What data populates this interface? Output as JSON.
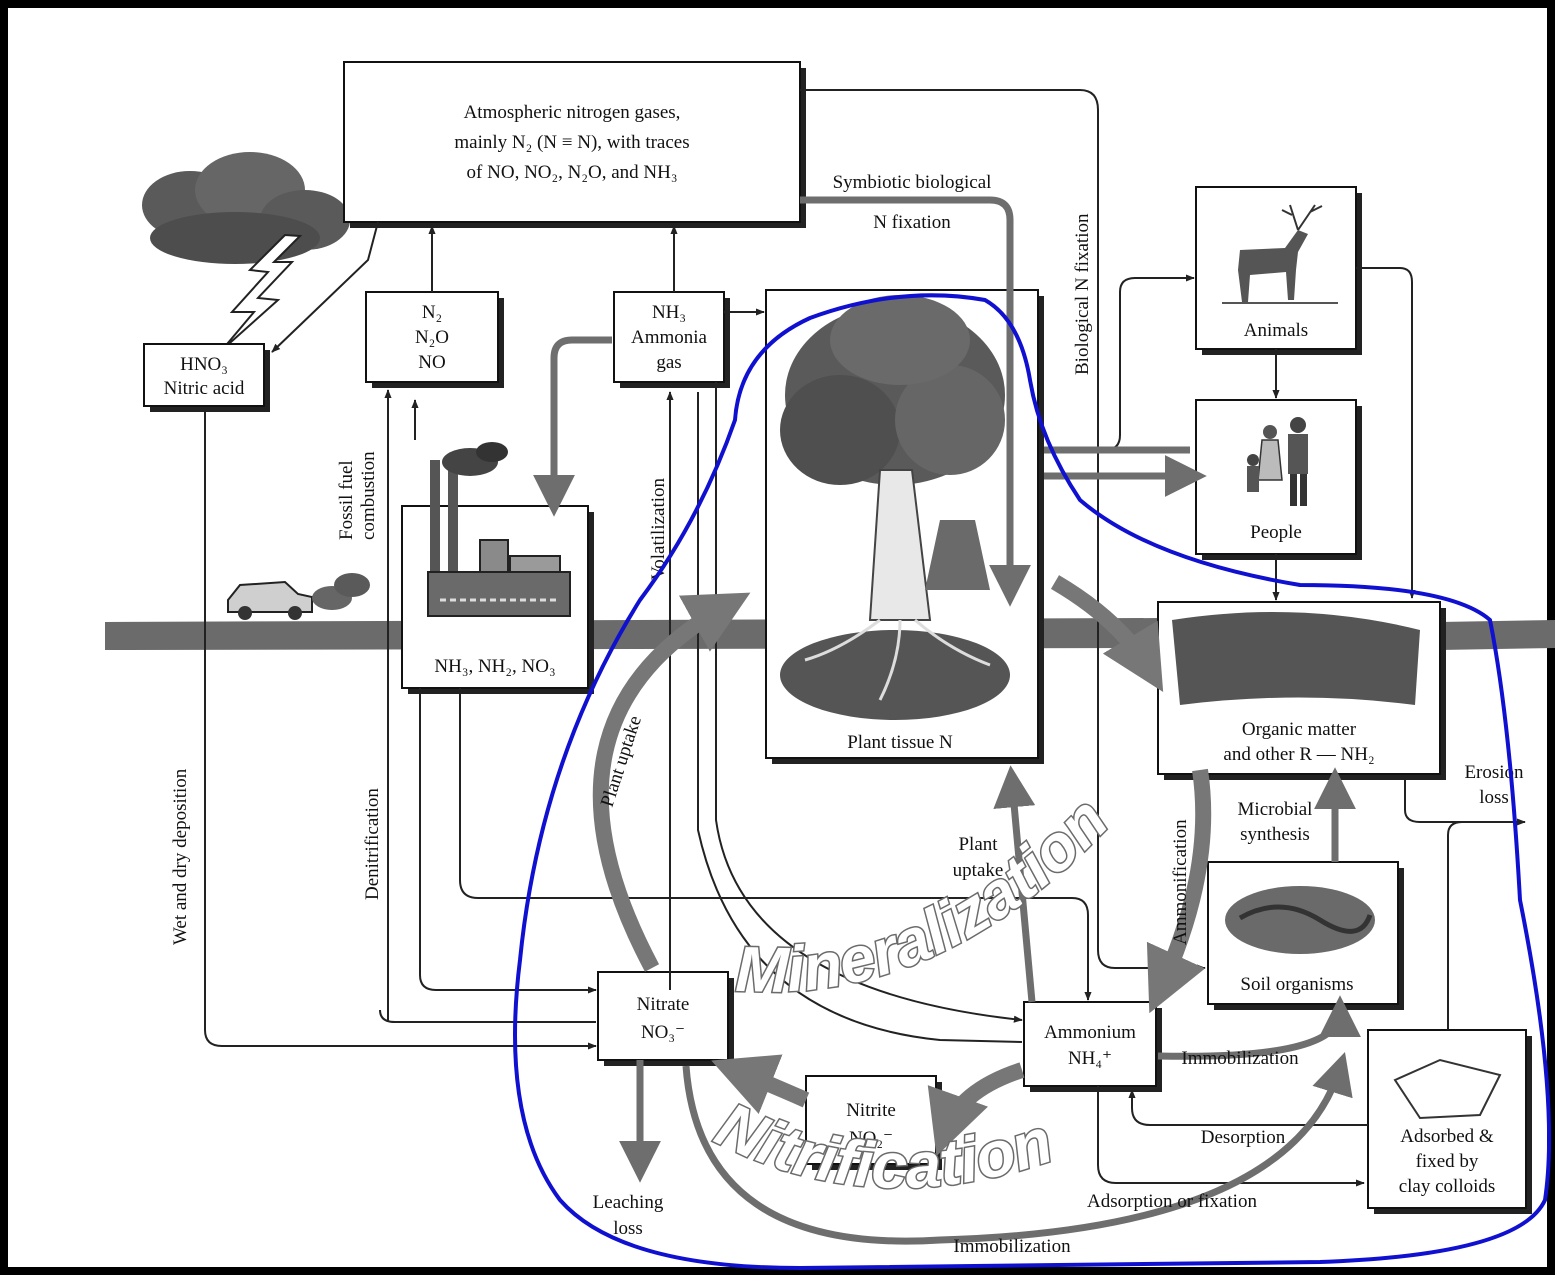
{
  "colors": {
    "frame": "#000000",
    "outline": "#1010d0",
    "arrow_gray": "#6e6e6e",
    "ground": "#6b6b6b",
    "cloud": "#5a5a5a"
  },
  "boxes": {
    "atmosphere": {
      "line1": "Atmospheric nitrogen gases,",
      "line2": "mainly N₂ (N ≡ N), with traces",
      "line3": "of NO, NO₂, N₂O, and NH₃"
    },
    "hno3": {
      "line1": "HNO₃",
      "line2": "Nitric acid"
    },
    "n_gases": {
      "line1": "N₂",
      "line2": "N₂O",
      "line3": "NO"
    },
    "ammonia": {
      "line1": "NH₃",
      "line2": "Ammonia",
      "line3": "gas"
    },
    "fertilizers": {
      "title": "Fertilizers",
      "formula": "NH₃, NH₂, NO₃"
    },
    "plant": {
      "label": "Plant tissue N"
    },
    "animals": {
      "label": "Animals"
    },
    "people": {
      "label": "People"
    },
    "organic": {
      "line1": "Organic matter",
      "line2": "and other R — NH₂"
    },
    "soil_organisms": {
      "label": "Soil organisms"
    },
    "nitrate": {
      "line1": "Nitrate",
      "line2": "NO₃⁻"
    },
    "ammonium": {
      "line1": "Ammonium",
      "line2": "NH₄⁺"
    },
    "nitrite": {
      "line1": "Nitrite",
      "line2": "NO₂⁻"
    },
    "clay": {
      "line1": "Adsorbed &",
      "line2": "fixed by",
      "line3": "clay colloids"
    }
  },
  "labels": {
    "symbiotic1": "Symbiotic biological",
    "symbiotic2": "N fixation",
    "biological_fixation": "Biological N fixation",
    "fossil1": "Fossil fuel",
    "fossil2": "combustion",
    "volatilization": "Volatilization",
    "wet_dry": "Wet and dry deposition",
    "denitrification": "Denitrification",
    "plant_uptake_curve": "Plant uptake",
    "plant_uptake1": "Plant",
    "plant_uptake2": "uptake",
    "ammonification": "Ammonification",
    "microbial1": "Microbial",
    "microbial2": "synthesis",
    "erosion1": "Erosion",
    "erosion2": "loss",
    "immobilization_mid": "Immobilization",
    "desorption": "Desorption",
    "adsorption": "Adsorption or fixation",
    "immobilization_bottom": "Immobilization",
    "leaching1": "Leaching",
    "leaching2": "loss",
    "mineralization": "Mineralization",
    "nitrification": "Nitrification"
  }
}
